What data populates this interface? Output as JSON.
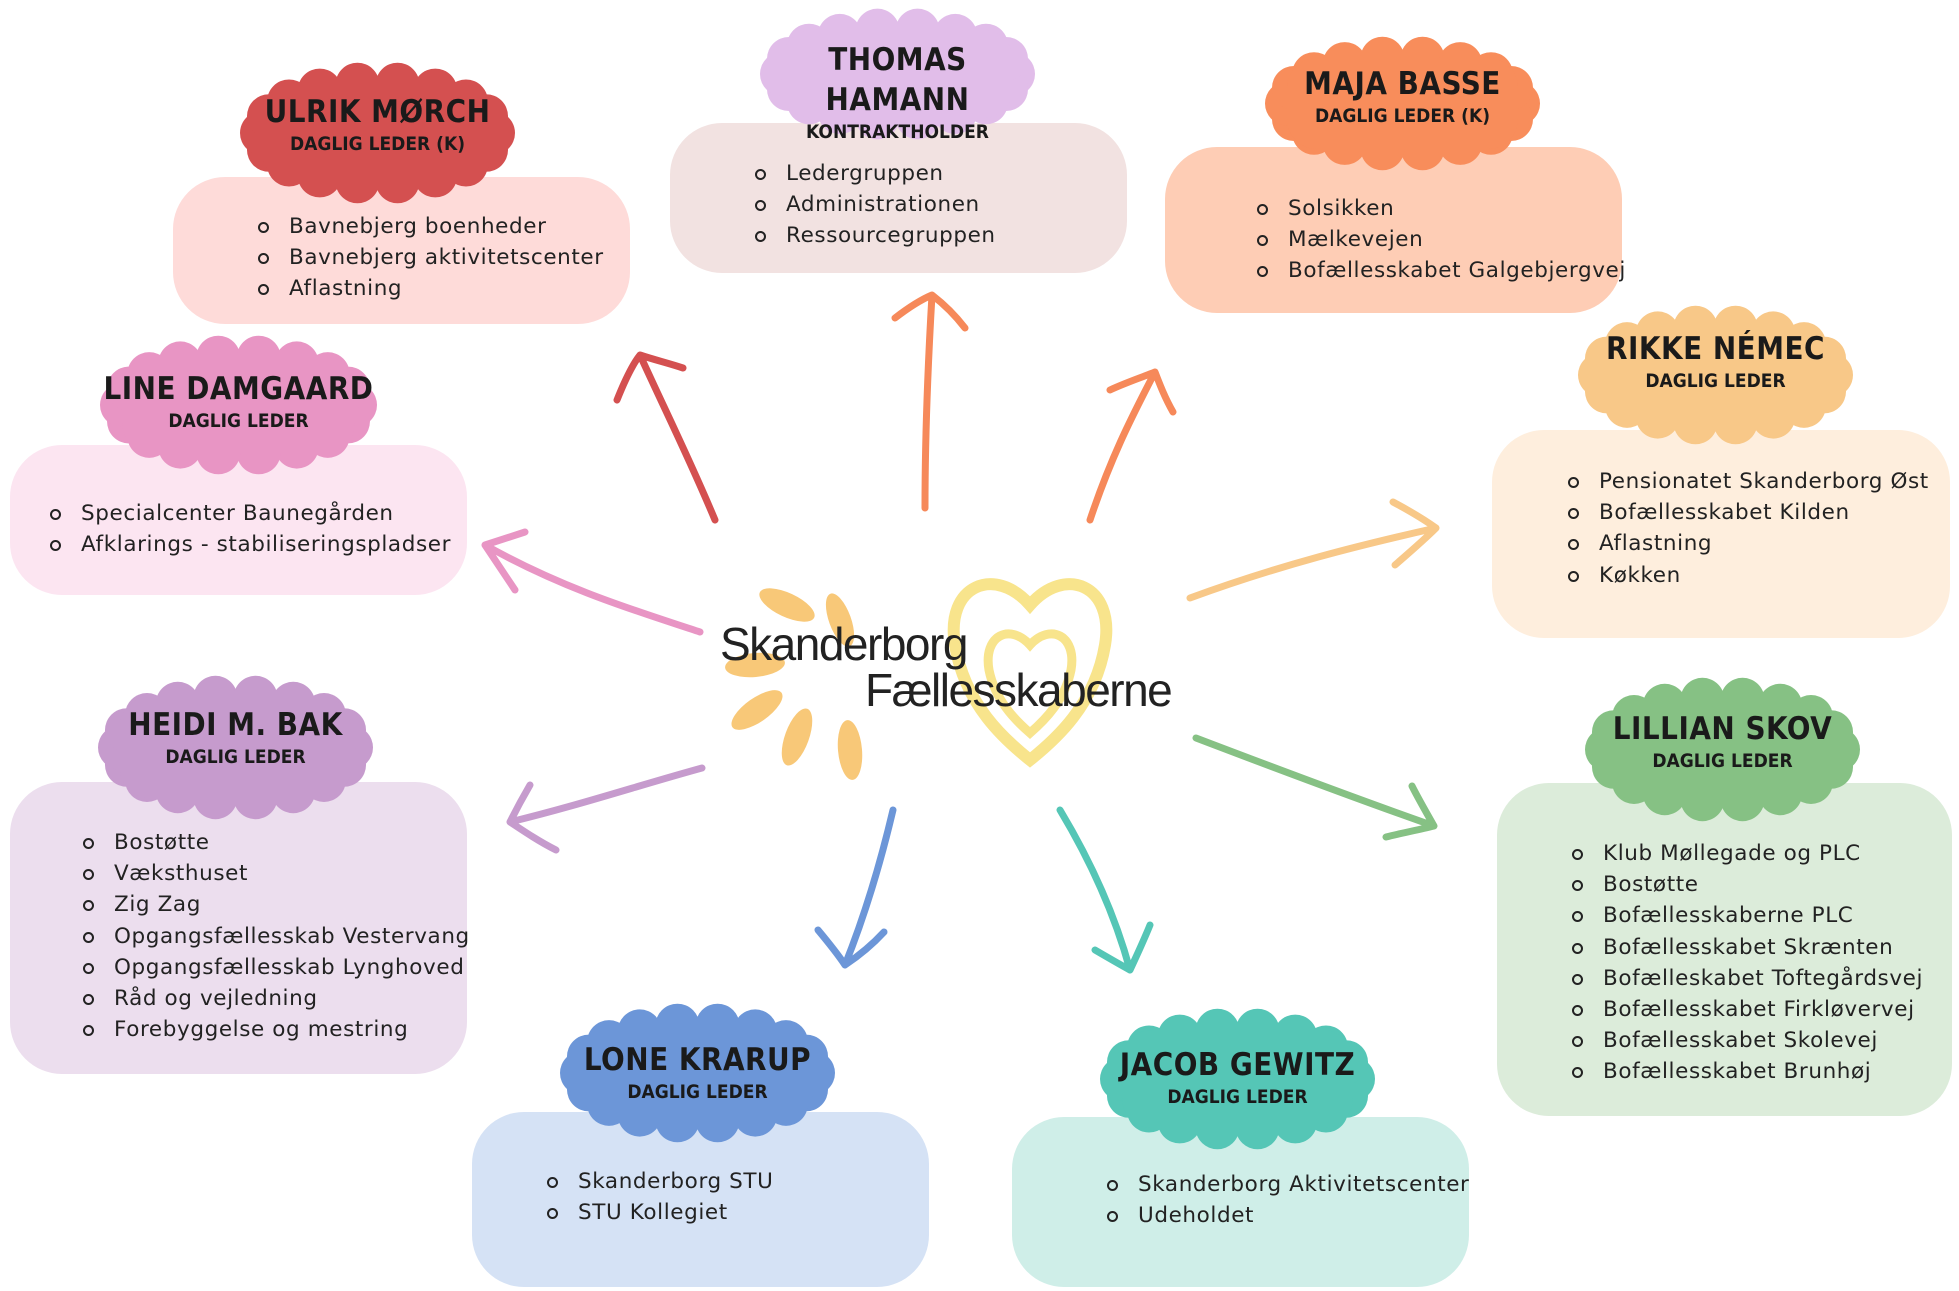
{
  "logo": {
    "line1": "Skanderborg",
    "line2": "Fællesskaberne"
  },
  "nodes": [
    {
      "id": "ulrik",
      "name": "ULRIK MØRCH",
      "role": "DAGLIG LEDER (K)",
      "cloud_color": "#d45050",
      "box_color": "#fedbd9",
      "arrow_color": "#d45050",
      "items": [
        "Bavnebjerg boenheder",
        "Bavnebjerg aktivitetscenter",
        "Aflastning"
      ]
    },
    {
      "id": "thomas",
      "name": "THOMAS HAMANN",
      "role": "KONTRAKTHOLDER",
      "cloud_color": "#e1bde9",
      "box_color": "#f2e2e1",
      "arrow_color": "#f6895a",
      "items": [
        "Ledergruppen",
        "Administrationen",
        "Ressourcegruppen"
      ]
    },
    {
      "id": "maja",
      "name": "MAJA BASSE",
      "role": "DAGLIG LEDER  (K)",
      "cloud_color": "#f88d5b",
      "box_color": "#fecdb5",
      "arrow_color": "#f6895a",
      "items": [
        "Solsikken",
        "Mælkevejen",
        "Bofællesskabet Galgebjergvej"
      ]
    },
    {
      "id": "line",
      "name": "LINE DAMGAARD",
      "role": "DAGLIG LEDER",
      "cloud_color": "#e895c4",
      "box_color": "#fce5f1",
      "arrow_color": "#e895c4",
      "items": [
        "Specialcenter Baunegården",
        "Afklarings - stabiliseringspladser"
      ]
    },
    {
      "id": "rikke",
      "name": "RIKKE NÉMEC",
      "role": "DAGLIG LEDER",
      "cloud_color": "#f8c888",
      "box_color": "#feeedd",
      "arrow_color": "#f8c888",
      "items": [
        "Pensionatet Skanderborg Øst",
        "Bofællesskabet Kilden",
        "Aflastning",
        "Køkken"
      ]
    },
    {
      "id": "heidi",
      "name": "HEIDI M. BAK",
      "role": "DAGLIG LEDER",
      "cloud_color": "#c69bcd",
      "box_color": "#ecdeee",
      "arrow_color": "#c69bcd",
      "items": [
        "Bostøtte",
        "Væksthuset",
        "Zig Zag",
        "Opgangsfællesskab Vestervang",
        "Opgangsfællesskab Lynghoved",
        "Råd og vejledning",
        "Forebyggelse og mestring"
      ]
    },
    {
      "id": "lillian",
      "name": "LILLIAN SKOV",
      "role": "DAGLIG LEDER",
      "cloud_color": "#86c184",
      "box_color": "#dcecda",
      "arrow_color": "#86c184",
      "items": [
        "Klub Møllegade og PLC",
        "Bostøtte",
        "Bofællesskaberne PLC",
        "Bofællesskabet Skrænten",
        "Bofælleskabet Toftegårdsvej",
        "Bofællesskabet Firkløvervej",
        "Bofællesskabet Skolevej",
        "Bofællesskabet Brunhøj"
      ]
    },
    {
      "id": "lone",
      "name": "LONE KRARUP",
      "role": "DAGLIG LEDER",
      "cloud_color": "#6c96d8",
      "box_color": "#d5e2f5",
      "arrow_color": "#6c96d8",
      "items": [
        "Skanderborg STU",
        "STU Kollegiet"
      ]
    },
    {
      "id": "jacob",
      "name": "JACOB GEWITZ",
      "role": "DAGLIG LEDER",
      "cloud_color": "#55c6b6",
      "box_color": "#cfeee8",
      "arrow_color": "#55c6b6",
      "items": [
        "Skanderborg Aktivitetscenter",
        "Udeholdet"
      ]
    }
  ]
}
